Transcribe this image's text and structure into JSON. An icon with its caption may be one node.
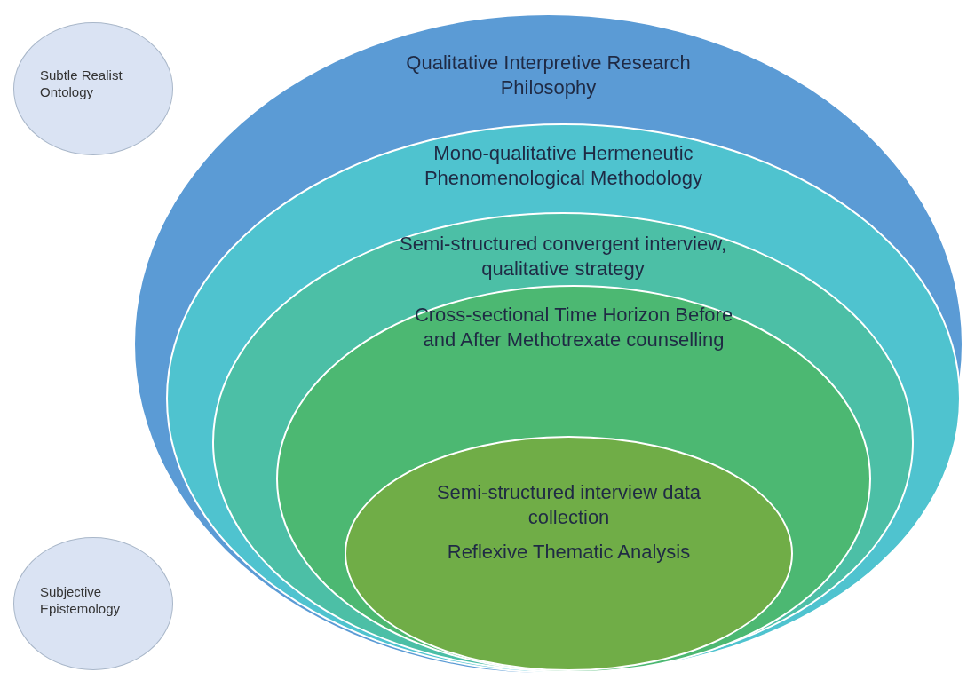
{
  "diagram": {
    "nodes": [
      {
        "text": [
          "Subtle Realist Ontology"
        ]
      },
      {
        "text": [
          "Subjective Epistemology"
        ]
      },
      {
        "text": [
          "Qualitative Interpretive Research Philosophy"
        ]
      },
      {
        "text": [
          "Mono-qualitative Hermeneutic Phenomenological Methodology"
        ],
        "in": 2
      },
      {
        "text": [
          "Semi-structured convergent interview, qualitative strategy"
        ],
        "in": 3
      },
      {
        "text": [
          "Cross-sectional Time Horizon Before and After Methotrexate counselling"
        ],
        "in": 4
      },
      {
        "text": [
          "Semi-structured interview data collection",
          "Reflexive Thematic Analysis"
        ],
        "in": 5
      }
    ]
  }
}
